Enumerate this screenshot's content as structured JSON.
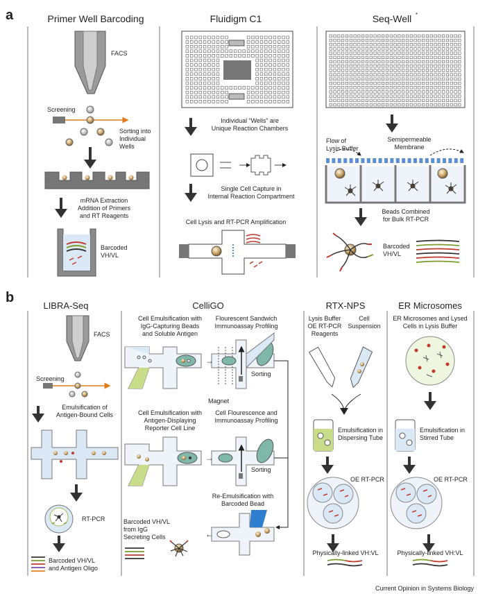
{
  "panel_a": {
    "letter": "a",
    "col1": {
      "title": "Primer Well Barcoding",
      "facs": "FACS",
      "screening": "Screening",
      "sorting": [
        "Sorting into",
        "Individual",
        "Wells"
      ],
      "mrna": [
        "mRNA Extraction",
        "Addition of Primers",
        "and RT Reagents"
      ],
      "barcoded": [
        "Barcoded",
        "VH/VL"
      ]
    },
    "col2": {
      "title": "Fluidigm C1",
      "wells": [
        "Individual “Wells” are",
        "Unique Reaction Chambers"
      ],
      "capture": [
        "Single Cell Capture in",
        "Internal Reaction Compartment"
      ],
      "lysis": "Cell Lysis and RT-PCR Amplification"
    },
    "col3": {
      "title": "Seq-Well",
      "title_mark": "*",
      "flow": [
        "Flow of",
        "Lysis Buffer"
      ],
      "membrane": [
        "Semipermeable",
        "Membrane"
      ],
      "beads": [
        "Beads Combined",
        "for Bulk RT-PCR"
      ],
      "barcoded": [
        "Barcoded",
        "VH/VL"
      ]
    }
  },
  "panel_b": {
    "letter": "b",
    "libra": {
      "title": "LIBRA-Seq",
      "facs": "FACS",
      "screening": "Screening",
      "emuls": [
        "Emulsification of",
        "Antigen-Bound Cells"
      ],
      "rtpcr": "RT-PCR",
      "barcoded": [
        "Barcoded VH/VL",
        "and Antigen Oligo"
      ]
    },
    "celligo": {
      "title": "CelliGO",
      "emuls1": [
        "Cell Emulsification with",
        "IgG-Capturing Beads",
        "and Soluble Antigen"
      ],
      "fluor1": [
        "Flourescent Sandwich",
        "Immunoassay Profiling"
      ],
      "magnet": "Magnet",
      "sorting1": "Sorting",
      "emuls2": [
        "Cell Emulsification with",
        "Antigen-Displaying",
        "Reporter Cell Line"
      ],
      "fluor2": [
        "Cell Flourescence and",
        "Immunoassay Profiling"
      ],
      "sorting2": "Sorting",
      "reemuls": [
        "Re-Emulsification with",
        "Barcoded Bead"
      ],
      "barcoded": [
        "Barcoded VH/VL",
        "from IgG",
        "Secreting Cells"
      ]
    },
    "rtx": {
      "title": "RTX-NPS",
      "lysis": [
        "Lysis Buffer",
        "OE RT-PCR",
        "Reagents"
      ],
      "cell": [
        "Cell",
        "Suspension"
      ],
      "emuls": [
        "Emulsification in",
        "Dispersing Tube"
      ],
      "oe": "OE RT-PCR",
      "linked": "Physically-linked VH:VL"
    },
    "er": {
      "title": "ER Microsomes",
      "desc": [
        "ER Microsomes and Lysed",
        "Cells in Lysis Buffer"
      ],
      "emuls": [
        "Emulsification in",
        "Stirred Tube"
      ],
      "oe": "OE RT-PCR",
      "linked": "Physically-linked VH:VL"
    }
  },
  "footer": "Current Opinion in Systems Biology",
  "colors": {
    "blue": "#5b8fd1",
    "lightblue": "#dbe9f6",
    "green": "#c9dc8a",
    "teal": "#7fb7a8",
    "orange": "#e07b1a",
    "gray": "#8a8a8a",
    "darkgray": "#555"
  }
}
